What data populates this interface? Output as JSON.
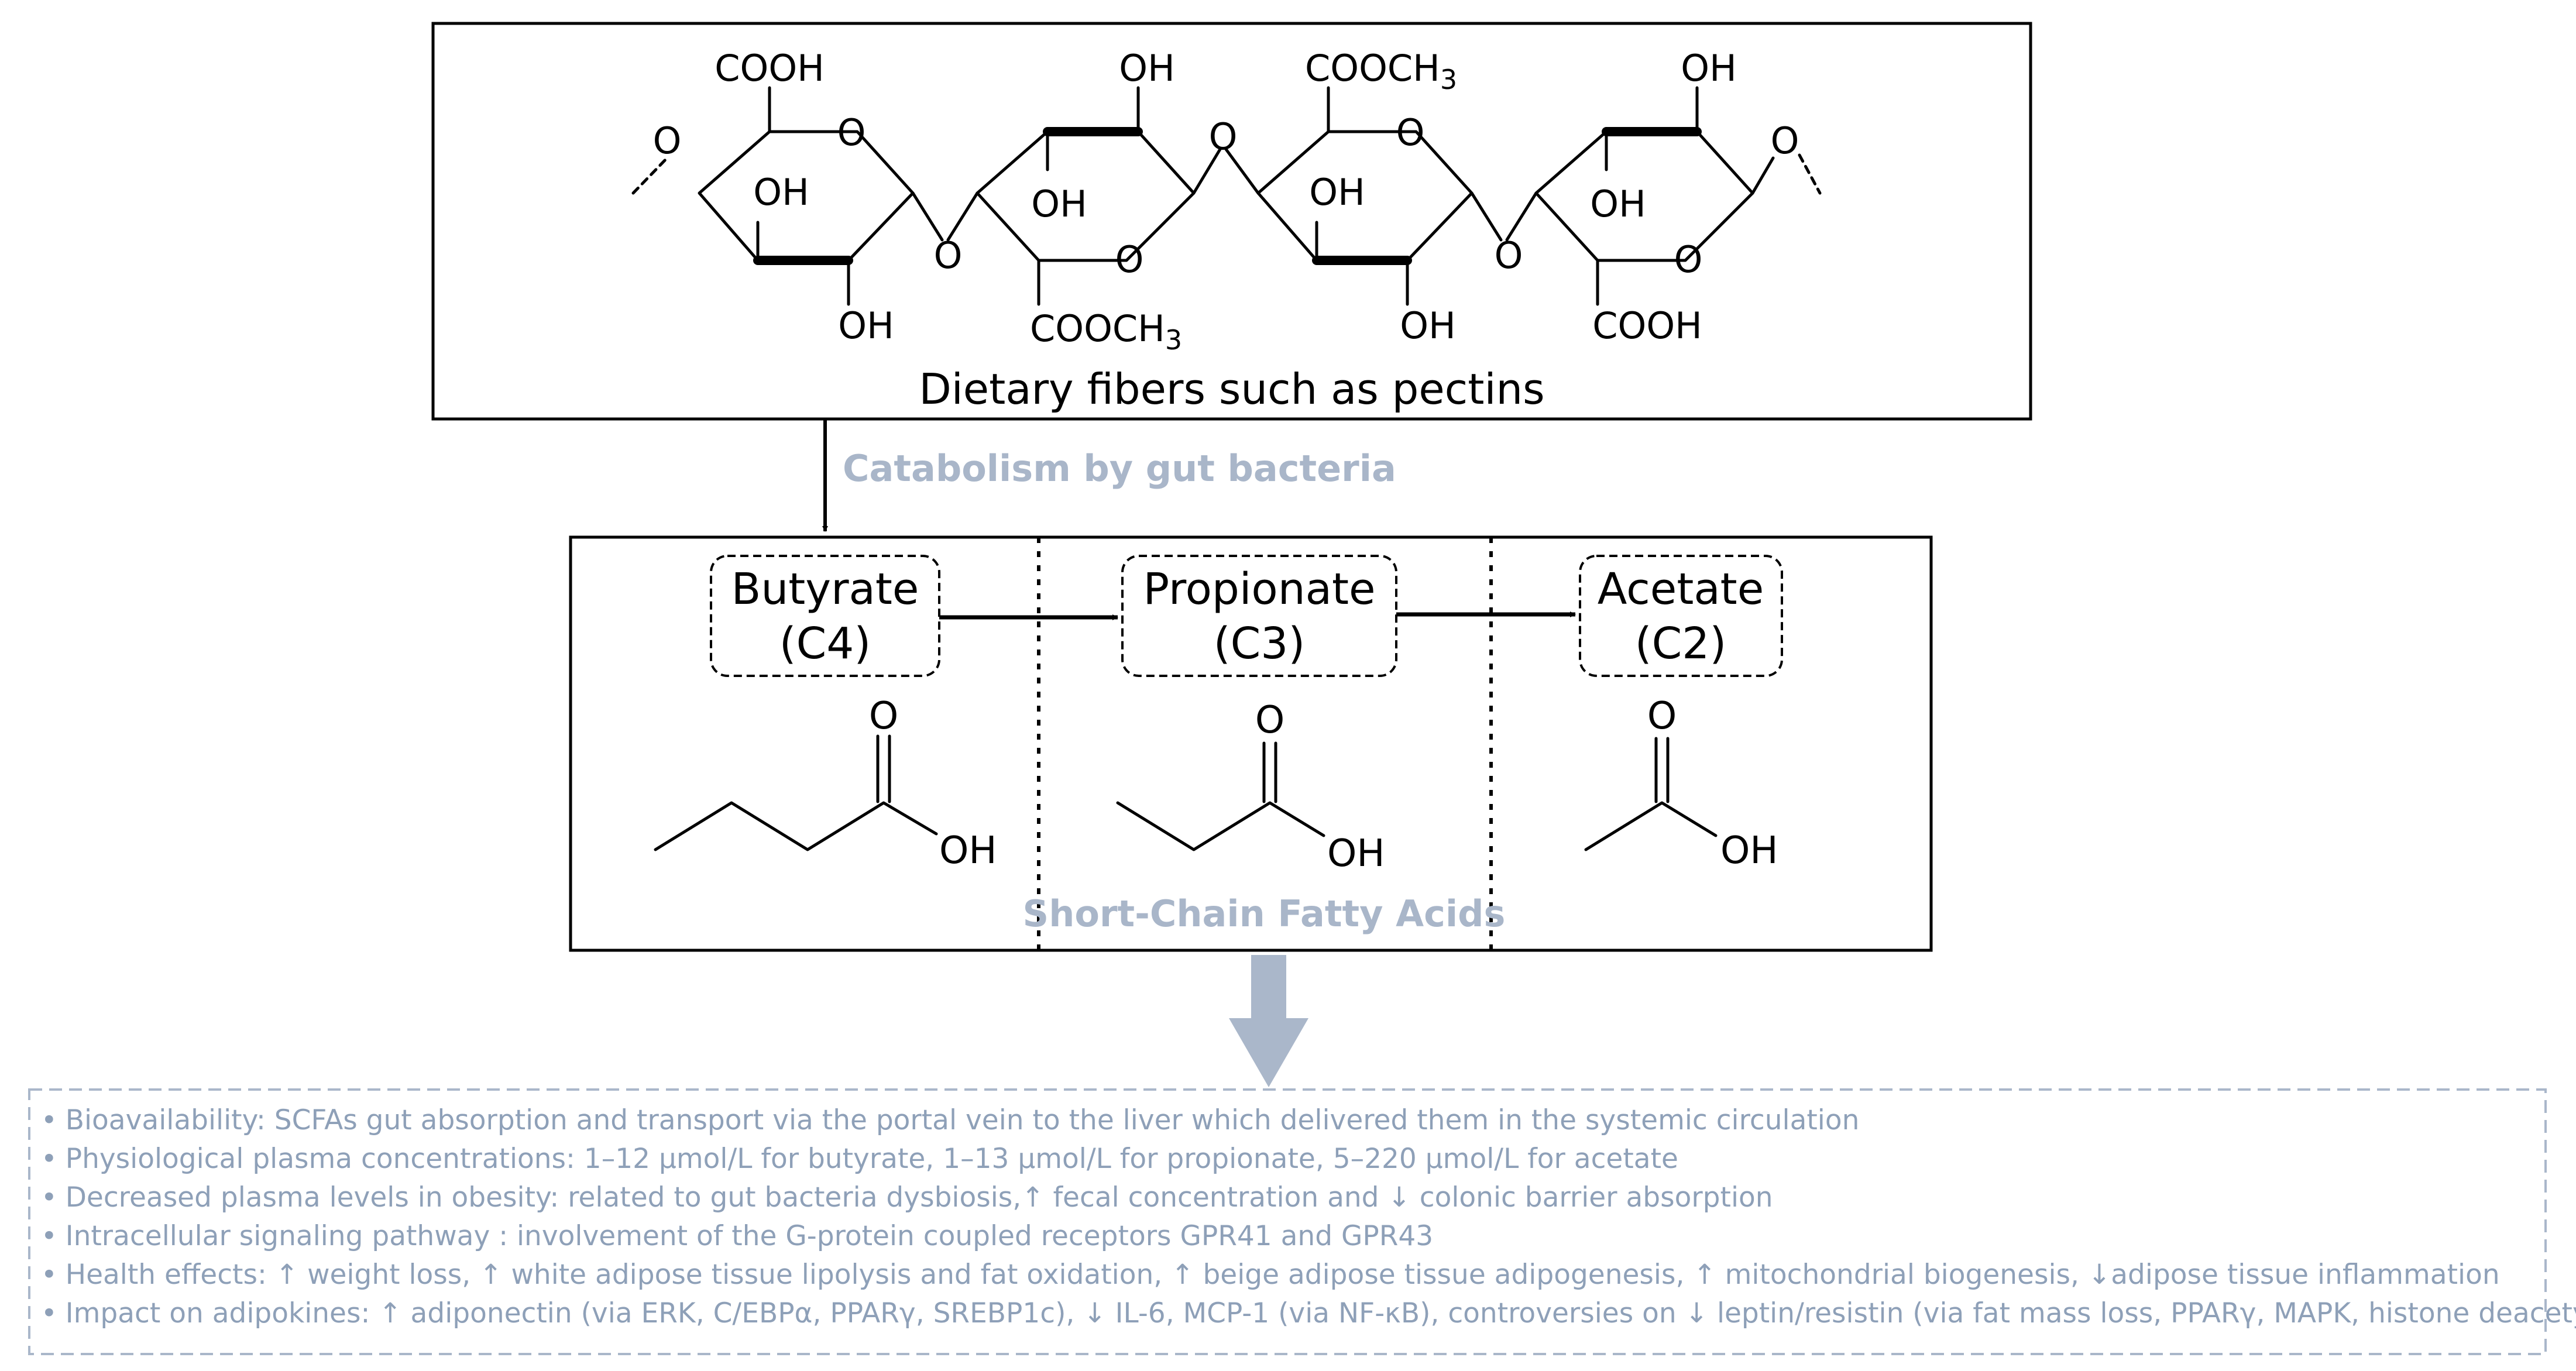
{
  "fiber_box": {
    "caption": "Dietary fibers such as pectins",
    "groups": {
      "cooh": "COOH",
      "oh": "OH",
      "cooch3": "COOCH",
      "subscript3": "3",
      "o": "O"
    }
  },
  "arrow_label": "Catabolism by gut bacteria",
  "scfa_box": {
    "footer": "Short-Chain Fatty Acids",
    "acids": [
      {
        "name": "Butyrate",
        "carbon": "(C4)"
      },
      {
        "name": "Propionate",
        "carbon": "(C3)"
      },
      {
        "name": "Acetate",
        "carbon": "(C2)"
      }
    ],
    "atoms": {
      "o": "O",
      "oh": "OH"
    }
  },
  "effects": [
    "Bioavailability: SCFAs gut absorption and transport via the portal vein to the liver which delivered them in the systemic circulation",
    "Physiological plasma concentrations: 1–12 µmol/L for butyrate, 1–13 µmol/L for propionate, 5–220 µmol/L for acetate",
    "Decreased plasma levels in obesity: related to gut bacteria dysbiosis,↑ fecal concentration and ↓ colonic barrier absorption",
    "Intracellular signaling pathway : involvement of the G-protein coupled receptors GPR41 and GPR43",
    "Health effects: ↑ weight loss, ↑ white adipose tissue lipolysis and fat oxidation, ↑ beige adipose tissue adipogenesis, ↑ mitochondrial biogenesis, ↓adipose tissue inflammation",
    "Impact on adipokines: ↑ adiponectin (via ERK, C/EBPα, PPARγ, SREBP1c), ↓ IL-6, MCP-1 (via NF-κB), controversies on ↓ leptin/resistin (via fat mass loss, PPARγ, MAPK, histone deacetylases)"
  ],
  "bullet_glyph": "•"
}
